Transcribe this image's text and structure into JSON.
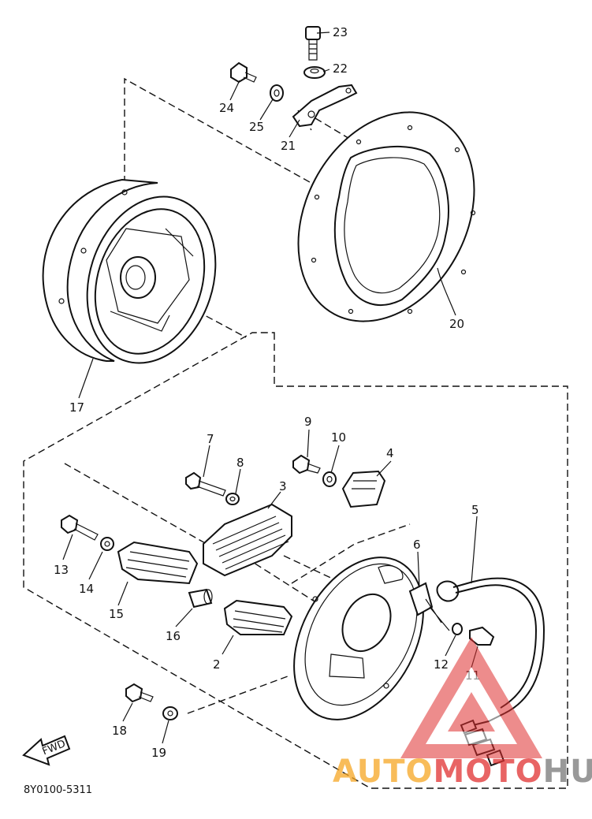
{
  "callouts": [
    {
      "id": "23",
      "label": "23"
    },
    {
      "id": "22",
      "label": "22"
    },
    {
      "id": "24",
      "label": "24"
    },
    {
      "id": "25",
      "label": "25"
    },
    {
      "id": "21",
      "label": "21"
    },
    {
      "id": "20",
      "label": "20"
    },
    {
      "id": "17",
      "label": "17"
    },
    {
      "id": "9",
      "label": "9"
    },
    {
      "id": "10",
      "label": "10"
    },
    {
      "id": "4",
      "label": "4"
    },
    {
      "id": "7",
      "label": "7"
    },
    {
      "id": "8",
      "label": "8"
    },
    {
      "id": "3",
      "label": "3"
    },
    {
      "id": "5",
      "label": "5"
    },
    {
      "id": "6",
      "label": "6"
    },
    {
      "id": "13",
      "label": "13"
    },
    {
      "id": "14",
      "label": "14"
    },
    {
      "id": "15",
      "label": "15"
    },
    {
      "id": "16",
      "label": "16"
    },
    {
      "id": "2",
      "label": "2"
    },
    {
      "id": "12",
      "label": "12"
    },
    {
      "id": "11",
      "label": "11"
    },
    {
      "id": "18",
      "label": "18"
    },
    {
      "id": "19",
      "label": "19"
    }
  ],
  "direction_tag": "FWD",
  "diagram_code": "8Y0100-5311",
  "watermark": {
    "part1": "AUTO",
    "part2": "MOTO",
    "part3": "HUB",
    "color_orange": "#f5a623",
    "color_red": "#e03030",
    "color_gray": "#7f7f7f"
  }
}
